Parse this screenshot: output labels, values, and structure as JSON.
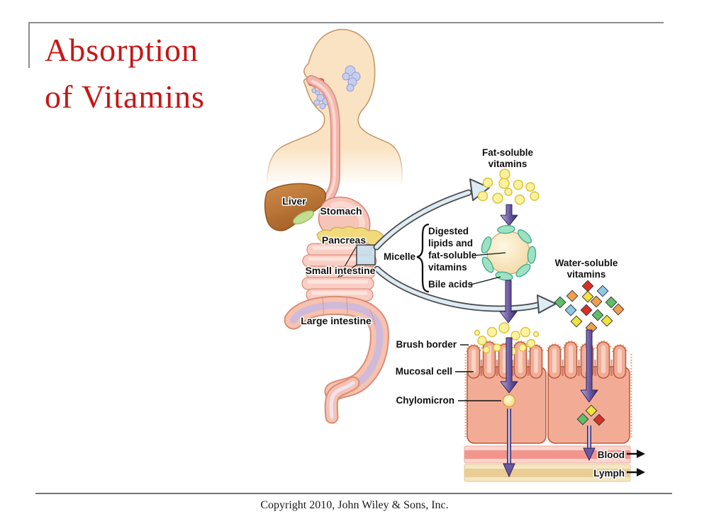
{
  "page": {
    "title_lines": [
      "Absorption",
      "of Vitamins"
    ],
    "footer": "Copyright 2010, John Wiley & Sons, Inc."
  },
  "labels": {
    "liver": "Liver",
    "stomach": "Stomach",
    "pancreas": "Pancreas",
    "small_intestine": "Small intestine",
    "large_intestine": "Large intestine",
    "fat_soluble_1": "Fat-soluble",
    "fat_soluble_2": "vitamins",
    "micelle": "Micelle",
    "digested_1": "Digested",
    "digested_2": "lipids and",
    "digested_3": "fat-soluble",
    "digested_4": "vitamins",
    "bile_acids": "Bile acids",
    "water_soluble_1": "Water-soluble",
    "water_soluble_2": "vitamins",
    "brush_border": "Brush border",
    "mucosal_cell": "Mucosal cell",
    "chylomicron": "Chylomicron",
    "blood": "Blood",
    "lymph": "Lymph"
  },
  "colors": {
    "title_red": "#C61617",
    "purple_arrow": "#4A3880",
    "fat_vitamin_yellow": "#FBF29C",
    "micelle_fill": "#F2D7A2",
    "bile_acid_green": "#9CE2C3",
    "diamond_red": "#D93025",
    "diamond_orange": "#F0A050",
    "diamond_yellow": "#F1E23C",
    "diamond_blue": "#8EC9E8",
    "diamond_green": "#5FBE6A",
    "mucosal_cell_salmon": "#F2AC96",
    "blood_band": "#F2958C",
    "lymph_band": "#E9CD94",
    "skin": "#FAE3C2",
    "liver_brown": "#C07F3C",
    "pancreas_yellow": "#F1D97C",
    "intestine_pink": "#F9CEC4",
    "outline_arrow_fill": "#DCEBF4"
  }
}
